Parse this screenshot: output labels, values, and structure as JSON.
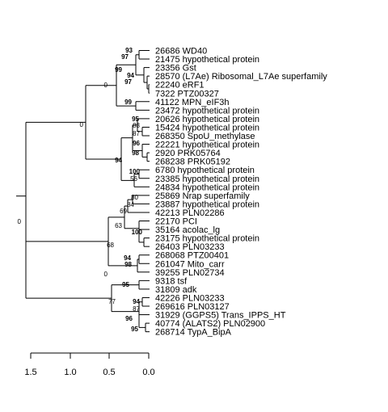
{
  "tree": {
    "type": "phylogenetic-tree",
    "leaves": [
      {
        "label": "26686 WD40"
      },
      {
        "label": "21475 hypothetical protein"
      },
      {
        "label": "23356 Gst"
      },
      {
        "label": "28570 (L7Ae) Ribosomal_L7Ae superfamily"
      },
      {
        "label": "22240 eRF1"
      },
      {
        "label": "7322 PTZ00327"
      },
      {
        "label": "41122 MPN_eIF3h"
      },
      {
        "label": "23472 hypothetical protein"
      },
      {
        "label": "20626 hypothetical protein"
      },
      {
        "label": "15424 hypothetical protein"
      },
      {
        "label": "268350 SpoU_methylase"
      },
      {
        "label": "22221 hypothetical protein"
      },
      {
        "label": "2920 PRK05764"
      },
      {
        "label": "268238 PRK05192"
      },
      {
        "label": "6780 hypothetical protein"
      },
      {
        "label": "23385 hypothetical protein"
      },
      {
        "label": "24834 hypothetical protein"
      },
      {
        "label": "25869 Nrap superfamily"
      },
      {
        "label": "23887 hypothetical protein"
      },
      {
        "label": "42213 PLN02286"
      },
      {
        "label": "22170 PCI"
      },
      {
        "label": "35164 acolac_lg"
      },
      {
        "label": "23175 hypothetical protein"
      },
      {
        "label": "26403 PLN03233"
      },
      {
        "label": "268068 PTZ00401"
      },
      {
        "label": "261047 Mito_carr"
      },
      {
        "label": "39255 PLN02734"
      },
      {
        "label": "9318 tsf"
      },
      {
        "label": "31809 adk"
      },
      {
        "label": "42226 PLN03233"
      },
      {
        "label": "269616 PLN03127"
      },
      {
        "label": "31929 (GGPS5) Trans_IPPS_HT"
      },
      {
        "label": "40774 (ALATS2) PLN02900"
      },
      {
        "label": "268714 TypA_BipA"
      }
    ],
    "supports": [
      {
        "label": "93",
        "bold": true
      },
      {
        "label": "97",
        "bold": true
      },
      {
        "label": "99",
        "bold": true
      },
      {
        "label": "94",
        "bold": true
      },
      {
        "label": "97",
        "bold": true
      },
      {
        "label": "0",
        "bold": false
      },
      {
        "label": "99",
        "bold": true
      },
      {
        "label": "95",
        "bold": true
      },
      {
        "label": "83",
        "bold": false
      },
      {
        "label": "87",
        "bold": false
      },
      {
        "label": "96",
        "bold": true
      },
      {
        "label": "98",
        "bold": true
      },
      {
        "label": "94",
        "bold": true
      },
      {
        "label": "0",
        "bold": false
      },
      {
        "label": "100",
        "bold": true
      },
      {
        "label": "56",
        "bold": false
      },
      {
        "label": "80",
        "bold": false
      },
      {
        "label": "84",
        "bold": false
      },
      {
        "label": "69",
        "bold": false
      },
      {
        "label": "63",
        "bold": false
      },
      {
        "label": "100",
        "bold": true
      },
      {
        "label": "68",
        "bold": false
      },
      {
        "label": "94",
        "bold": true
      },
      {
        "label": "98",
        "bold": true
      },
      {
        "label": "95",
        "bold": true
      },
      {
        "label": "94",
        "bold": true
      },
      {
        "label": "87",
        "bold": false
      },
      {
        "label": "96",
        "bold": true
      },
      {
        "label": "95",
        "bold": true
      },
      {
        "label": "77",
        "bold": false
      },
      {
        "label": "0",
        "bold": false
      },
      {
        "label": "0",
        "bold": false
      }
    ],
    "scale_bar": {
      "ticks": [
        "1.5",
        "1.0",
        "0.5",
        "0.0"
      ]
    }
  }
}
